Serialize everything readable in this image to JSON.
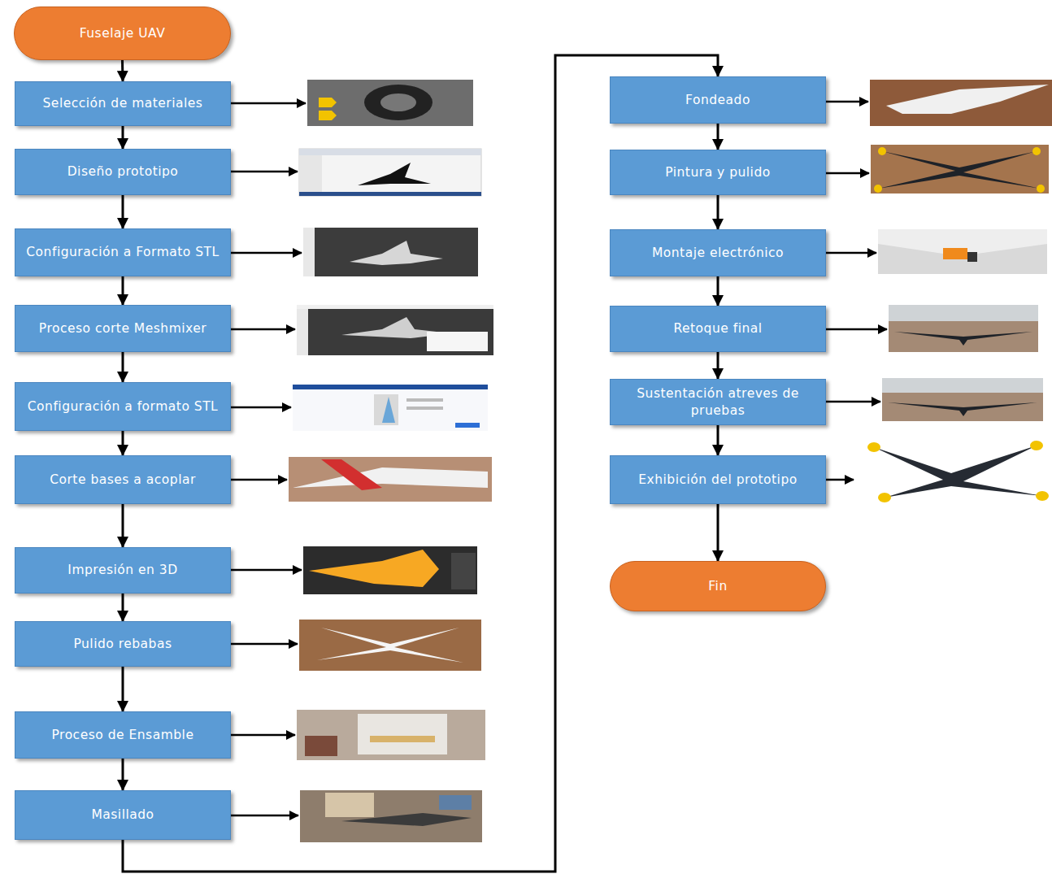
{
  "diagram": {
    "nodes": [
      {
        "text": [
          "Fuselaje UAV"
        ]
      },
      {
        "text": [
          "Selección de materiales"
        ]
      },
      {
        "text": [
          "Diseño prototipo"
        ]
      },
      {
        "text": [
          "Configuración a Formato STL"
        ]
      },
      {
        "text": [
          "Proceso corte Meshmixer"
        ]
      },
      {
        "text": [
          "Configuración a formato STL"
        ]
      },
      {
        "text": [
          "Corte bases a acoplar"
        ]
      },
      {
        "text": [
          "Impresión en 3D"
        ]
      },
      {
        "text": [
          "Pulido rebabas"
        ]
      },
      {
        "text": [
          "Proceso de Ensamble"
        ]
      },
      {
        "text": [
          "Masillado"
        ]
      },
      {
        "text": [
          "Fondeado"
        ]
      },
      {
        "text": [
          "Pintura y pulido"
        ]
      },
      {
        "text": [
          "Montaje electrónico"
        ]
      },
      {
        "text": [
          "Retoque final"
        ]
      },
      {
        "text": [
          "Sustentación atreves de pruebas"
        ]
      },
      {
        "text": [
          "Exhibición del prototipo"
        ]
      },
      {
        "text": [
          "Fin"
        ]
      }
    ],
    "edges": [
      {
        "from": 0,
        "to": 1,
        "arrow": "to"
      },
      {
        "from": 1,
        "to": 2,
        "arrow": "to"
      },
      {
        "from": 2,
        "to": 3,
        "arrow": "to"
      },
      {
        "from": 3,
        "to": 4,
        "arrow": "to"
      },
      {
        "from": 4,
        "to": 5,
        "arrow": "to"
      },
      {
        "from": 5,
        "to": 6,
        "arrow": "to"
      },
      {
        "from": 6,
        "to": 7,
        "arrow": "to"
      },
      {
        "from": 7,
        "to": 8,
        "arrow": "to"
      },
      {
        "from": 8,
        "to": 9,
        "arrow": "to"
      },
      {
        "from": 9,
        "to": 10,
        "arrow": "to"
      },
      {
        "from": 10,
        "to": 11,
        "arrow": "to"
      },
      {
        "from": 11,
        "to": 12,
        "arrow": "to"
      },
      {
        "from": 12,
        "to": 13,
        "arrow": "to"
      },
      {
        "from": 13,
        "to": 14,
        "arrow": "to"
      },
      {
        "from": 14,
        "to": 15,
        "arrow": "to"
      },
      {
        "from": 15,
        "to": 16,
        "arrow": "to"
      },
      {
        "from": 16,
        "to": 17,
        "arrow": "to"
      }
    ]
  }
}
